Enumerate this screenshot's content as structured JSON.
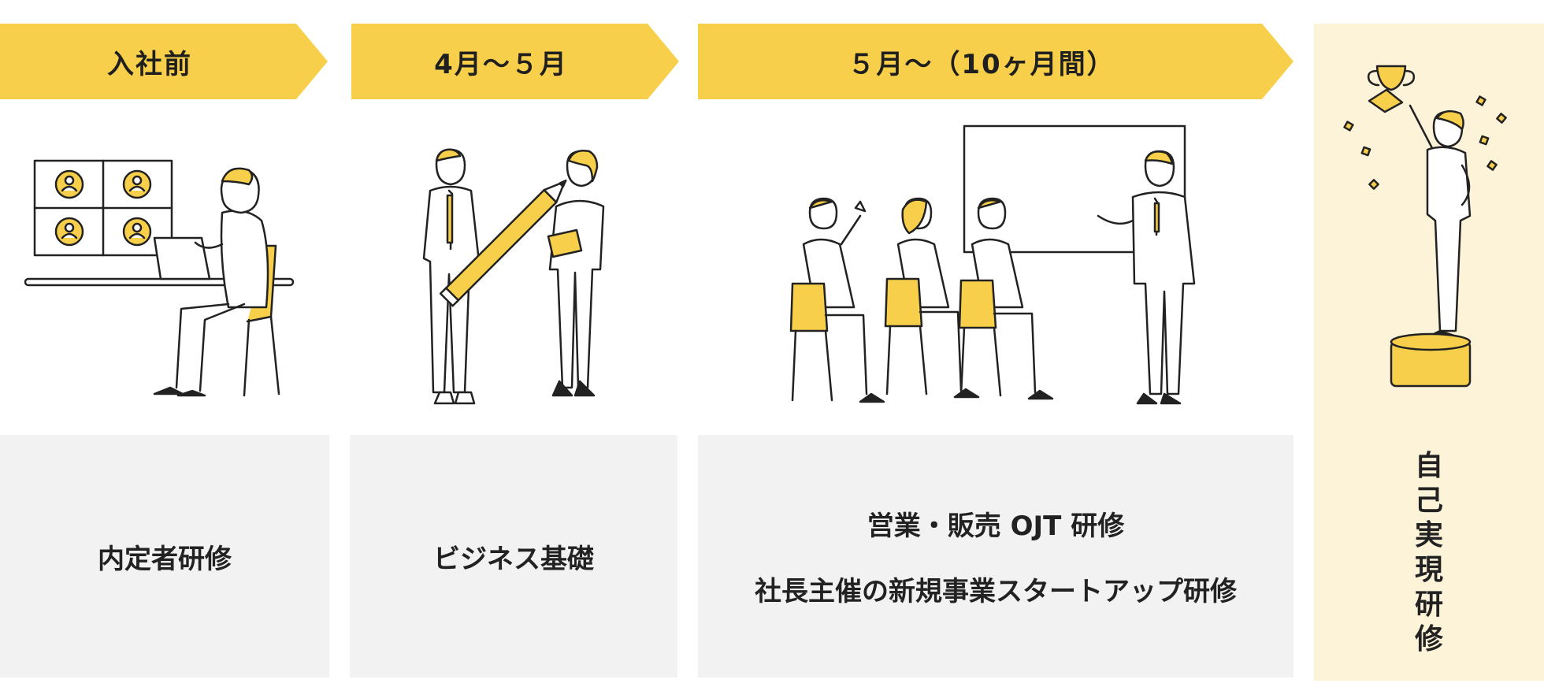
{
  "stages": [
    {
      "header": "入社前",
      "items": [
        "内定者研修"
      ]
    },
    {
      "header": "4月〜５月",
      "items": [
        "ビジネス基礎"
      ]
    },
    {
      "header": "５月〜（10ヶ月間）",
      "items": [
        "営業・販売 OJT 研修",
        "社長主催の新規事業スタートアップ研修"
      ]
    }
  ],
  "final": {
    "label_chars": [
      "自",
      "己",
      "実",
      "現",
      "研",
      "修"
    ]
  },
  "colors": {
    "accent": "#f7cf4a",
    "box": "#f2f2f2",
    "final_panel": "#fdf3d9",
    "line": "#222222"
  },
  "icons": [
    "video-call-screen-icon",
    "laptop-icon",
    "pencil-icon",
    "notebook-icon",
    "whiteboard-icon",
    "chair-icon",
    "trophy-icon",
    "pedestal-icon",
    "confetti-icon"
  ]
}
